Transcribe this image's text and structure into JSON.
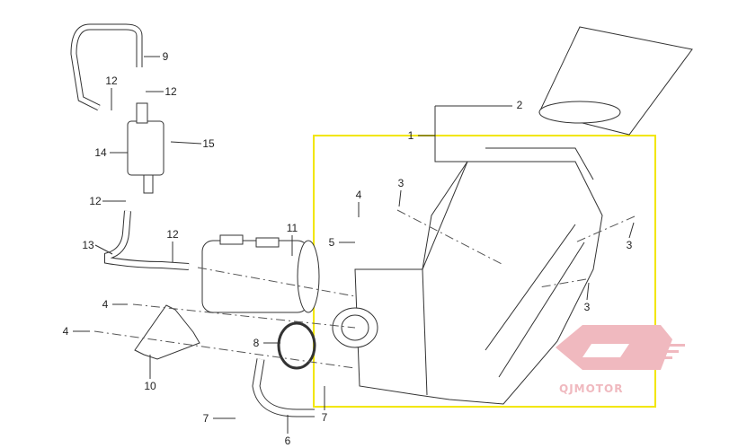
{
  "diagram": {
    "callouts": [
      "9",
      "12",
      "12",
      "15",
      "14",
      "12",
      "13",
      "12",
      "11",
      "4",
      "4",
      "8",
      "10",
      "7",
      "6",
      "7",
      "2",
      "1",
      "3",
      "4",
      "5",
      "3",
      "3"
    ],
    "highlight_color": "#f2e600",
    "logo_color": "#f0b9bf"
  },
  "logo": {
    "text": "QJMOTOR"
  }
}
